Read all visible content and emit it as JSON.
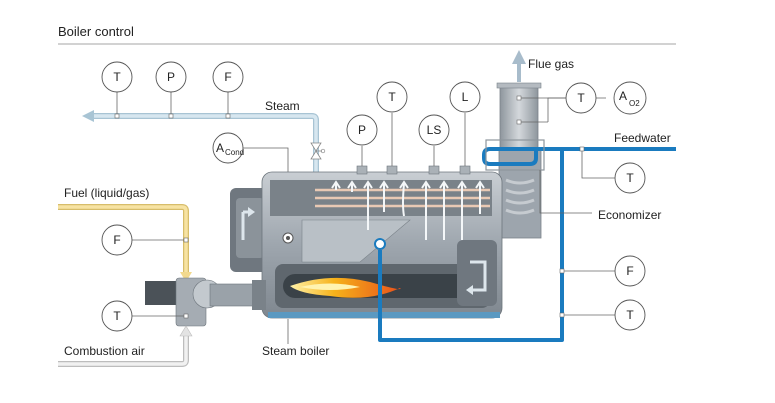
{
  "title": "Boiler control",
  "labels": {
    "steam": "Steam",
    "flue_gas": "Flue gas",
    "feedwater": "Feedwater",
    "fuel": "Fuel (liquid/gas)",
    "combustion_air": "Combustion air",
    "steam_boiler": "Steam boiler",
    "economizer": "Economizer"
  },
  "instruments": {
    "steam_t": "T",
    "steam_p": "P",
    "steam_f": "F",
    "cond_a": "A",
    "cond_sub": "Cond",
    "drum_p": "P",
    "drum_t": "T",
    "drum_ls": "LS",
    "drum_l": "L",
    "flue_t": "T",
    "flue_a": "A",
    "flue_sub": "O2",
    "fw_t": "T",
    "fw_f": "F",
    "fw_t2": "T",
    "fuel_f": "F",
    "air_t": "T"
  },
  "colors": {
    "steam_pipe": "#c5dce8",
    "feedwater_pipe": "#1a7bbf",
    "fuel_pipe": "#f2d98e",
    "air_pipe": "#e3e3e3",
    "boiler_body": "#a9b0b7",
    "flame": "#f6a21a"
  }
}
